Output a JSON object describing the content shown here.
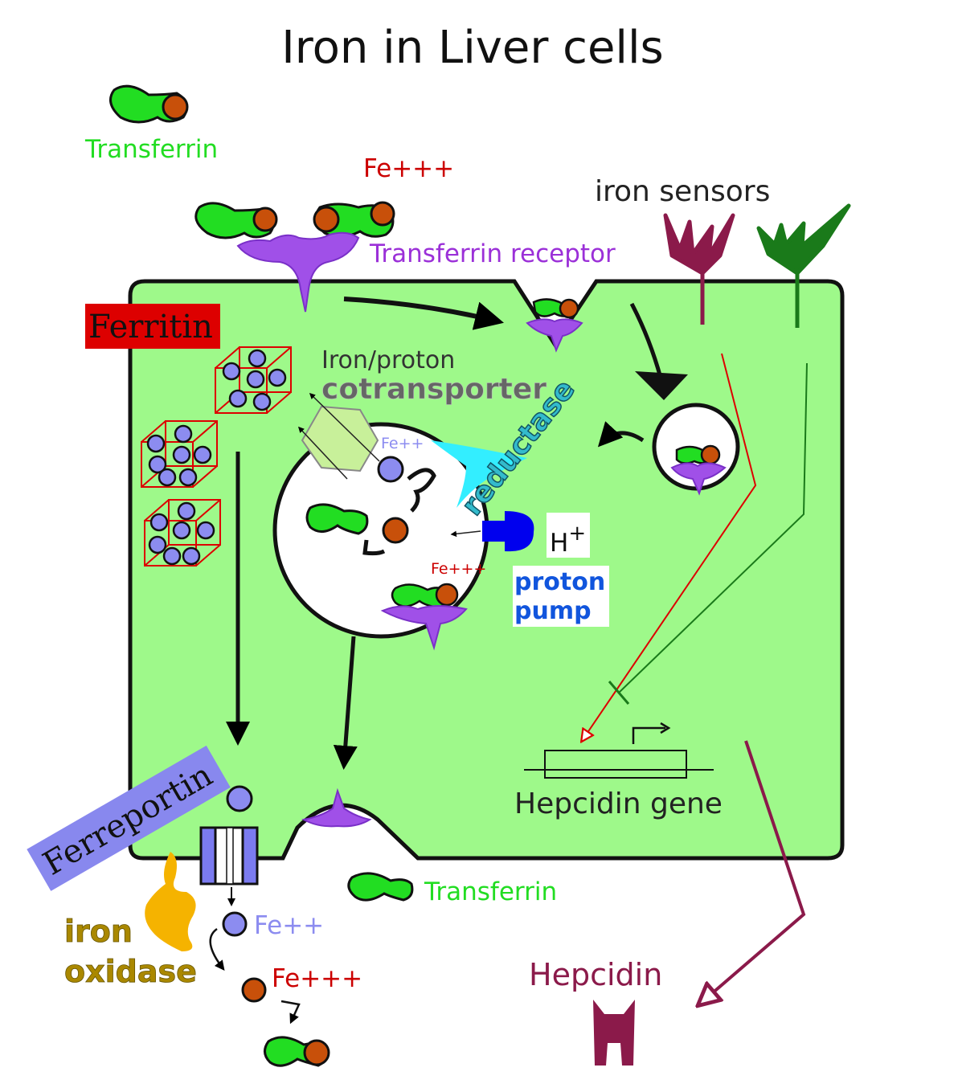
{
  "title": "Iron in Liver cells",
  "labels": {
    "transferrin_top": "Transferrin",
    "fe3_top": "Fe+++",
    "transferrin_receptor": "Transferrin receptor",
    "iron_sensors": "iron sensors",
    "ferritin": "Ferritin",
    "iron_proton": "Iron/proton",
    "cotransporter": "cotransporter",
    "reductase": "reductase",
    "fe2_endosome": "Fe++",
    "fe3_endosome": "Fe+++",
    "h_plus": "H",
    "h_plus_sup": "+",
    "proton_pump_line1": "proton",
    "proton_pump_line2": "pump",
    "hepcidin_gene": "Hepcidin gene",
    "ferroportin": "Ferreportin",
    "iron_oxidase_line1": "iron",
    "iron_oxidase_line2": "oxidase",
    "fe2_out": "Fe++",
    "fe3_out": "Fe+++",
    "transferrin_bottom": "Transferrin",
    "hepcidin": "Hepcidin"
  },
  "colors": {
    "cell_fill": "#9ef98a",
    "transferrin": "#22dd22",
    "iron_fe3": "#c8500a",
    "iron_fe2": "#8c8cf0",
    "receptor": "#a050e8",
    "ferritin_red": "#dd0000",
    "sensor_red": "#8b1a4a",
    "sensor_green": "#1a7a1a",
    "reductase": "#33eeff",
    "proton_pump": "#0000ee",
    "ferroportin": "#7b7bf0",
    "iron_oxidase": "#f5b300",
    "hepcidin": "#8b1a4a"
  }
}
